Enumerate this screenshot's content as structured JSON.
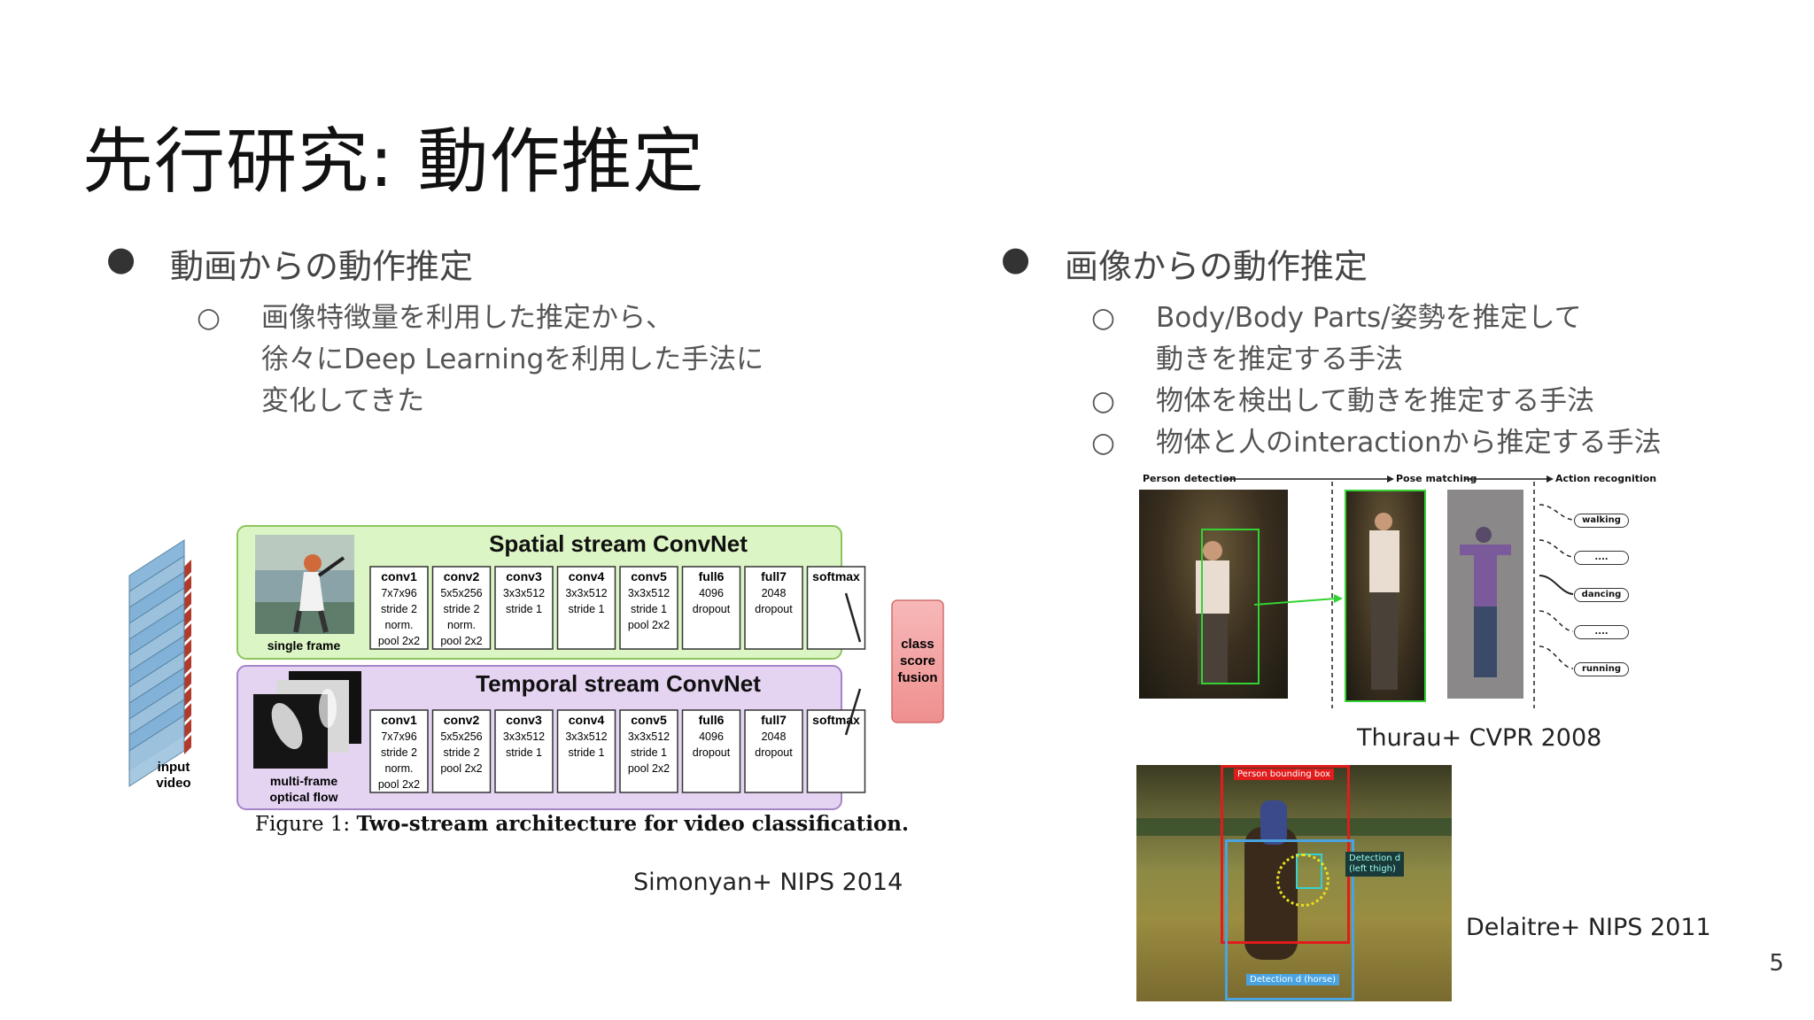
{
  "title": "先行研究: 動作推定",
  "left": {
    "bullet": "動画からの動作推定",
    "sub_items": [
      {
        "lines": [
          "画像特徴量を利用した推定から、",
          "徐々にDeep Learningを利用した手法に",
          "変化してきた"
        ]
      }
    ],
    "figure": {
      "spatial_title": "Spatial stream ConvNet",
      "temporal_title": "Temporal stream ConvNet",
      "single_frame": "single frame",
      "multi_frame_1": "multi-frame",
      "multi_frame_2": "optical flow",
      "input_1": "input",
      "input_2": "video",
      "fusion": [
        "class",
        "score",
        "fusion"
      ],
      "spatial_layers": [
        {
          "name": "conv1",
          "lines": [
            "7x7x96",
            "stride 2",
            "norm.",
            "pool 2x2"
          ]
        },
        {
          "name": "conv2",
          "lines": [
            "5x5x256",
            "stride 2",
            "norm.",
            "pool 2x2"
          ]
        },
        {
          "name": "conv3",
          "lines": [
            "3x3x512",
            "stride 1"
          ]
        },
        {
          "name": "conv4",
          "lines": [
            "3x3x512",
            "stride 1"
          ]
        },
        {
          "name": "conv5",
          "lines": [
            "3x3x512",
            "stride 1",
            "pool 2x2"
          ]
        },
        {
          "name": "full6",
          "lines": [
            "4096",
            "dropout"
          ]
        },
        {
          "name": "full7",
          "lines": [
            "2048",
            "dropout"
          ]
        },
        {
          "name": "softmax",
          "lines": []
        }
      ],
      "temporal_layers": [
        {
          "name": "conv1",
          "lines": [
            "7x7x96",
            "stride 2",
            "norm.",
            "pool 2x2"
          ]
        },
        {
          "name": "conv2",
          "lines": [
            "5x5x256",
            "stride 2",
            "pool 2x2"
          ]
        },
        {
          "name": "conv3",
          "lines": [
            "3x3x512",
            "stride 1"
          ]
        },
        {
          "name": "conv4",
          "lines": [
            "3x3x512",
            "stride 1"
          ]
        },
        {
          "name": "conv5",
          "lines": [
            "3x3x512",
            "stride 1",
            "pool 2x2"
          ]
        },
        {
          "name": "full6",
          "lines": [
            "4096",
            "dropout"
          ]
        },
        {
          "name": "full7",
          "lines": [
            "2048",
            "dropout"
          ]
        },
        {
          "name": "softmax",
          "lines": []
        }
      ],
      "caption_prefix": "Figure 1:",
      "caption_bold": "Two-stream architecture for video classification."
    },
    "citation": "Simonyan+ NIPS 2014"
  },
  "right": {
    "bullet": "画像からの動作推定",
    "sub_items": [
      {
        "lines": [
          "Body/Body Parts/姿勢を推定して",
          "動きを推定する手法"
        ]
      },
      {
        "lines": [
          "物体を検出して動きを推定する手法"
        ]
      },
      {
        "lines": [
          "物体と人のinteractionから推定する手法"
        ]
      }
    ],
    "thurau": {
      "stage_1": "Person detection",
      "stage_2": "Pose matching",
      "stage_3": "Action recognition",
      "actions": [
        "walking",
        "....",
        "dancing",
        "....",
        "running"
      ]
    },
    "thurau_citation": "Thurau+ CVPR 2008",
    "delaitre": {
      "person_box": "Person bounding box",
      "detection_1": "Detection d",
      "detection_1b": "(left thigh)",
      "detection_2": "Detection d (horse)"
    },
    "delaitre_citation": "Delaitre+ NIPS 2011"
  },
  "page_number": "5",
  "colors": {
    "spatial_bg": "#dcf5c4",
    "spatial_border": "#8cc55e",
    "temporal_bg": "#e4d4f2",
    "temporal_border": "#a585c8",
    "fusion_bg": "#f4a6a6",
    "person_box": "#e01c1c",
    "detection_box": "#4aa3e0",
    "match_box": "#34d234"
  }
}
